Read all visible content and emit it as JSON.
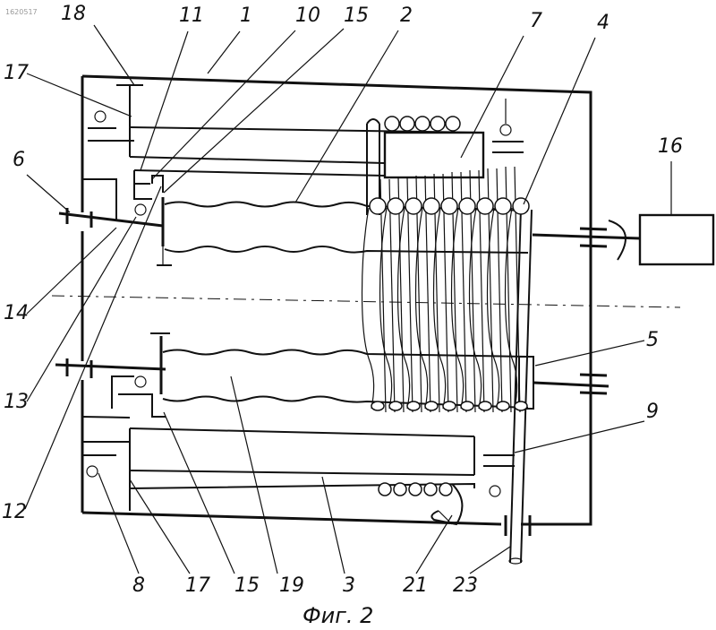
{
  "corner_mark": "1620517",
  "caption": "Фиг. 2",
  "labels": [
    "18",
    "11",
    "1",
    "10",
    "15",
    "2",
    "7",
    "4",
    "17",
    "6",
    "16",
    "14",
    "13",
    "12",
    "5",
    "9",
    "8",
    "17",
    "15",
    "19",
    "3",
    "21",
    "23"
  ]
}
